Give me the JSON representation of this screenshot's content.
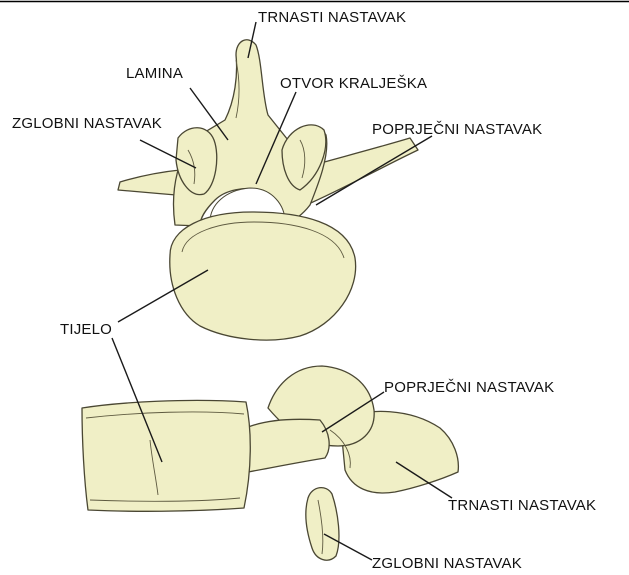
{
  "labels": {
    "top_spinous": "TRNASTI NASTAVAK",
    "lamina": "LAMINA",
    "foramen": "OTVOR KRALJEŠKA",
    "top_articular": "ZGLOBNI NASTAVAK",
    "top_transverse": "POPRJEČNI NASTAVAK",
    "body": "TIJELO",
    "side_transverse": "POPRJEČNI NASTAVAK",
    "side_spinous": "TRNASTI NASTAVAK",
    "side_articular": "ZGLOBNI NASTAVAK"
  },
  "colors": {
    "bone_fill": "#f0efc6",
    "bone_shade": "#dcdaa8",
    "bone_outline": "#4a4733",
    "label_text": "#111111",
    "leader_line": "#1a1a1a",
    "top_border": "#000000",
    "background": "#ffffff"
  }
}
